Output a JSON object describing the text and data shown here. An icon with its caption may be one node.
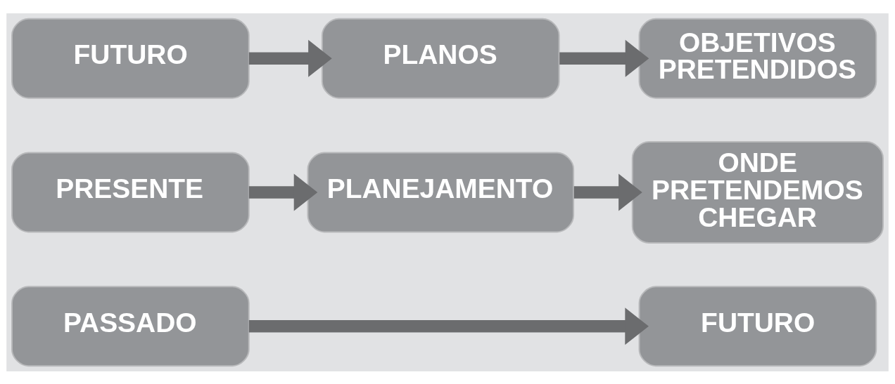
{
  "diagram": {
    "nodes": [
      {
        "text": [
          "PASSADO"
        ]
      },
      {
        "text": [
          "FUTURO"
        ]
      },
      {
        "text": [
          "PRESENTE"
        ]
      },
      {
        "text": [
          "PLANEJAMENTO"
        ]
      },
      {
        "text": [
          "ONDE PRETENDEMOS CHEGAR"
        ]
      },
      {
        "text": [
          "FUTURO"
        ]
      },
      {
        "text": [
          "PLANOS"
        ]
      },
      {
        "text": [
          "OBJETIVOS PRETENDIDOS"
        ]
      }
    ],
    "edges": [
      {
        "from": 0,
        "to": 1,
        "arrow": "to"
      },
      {
        "from": 2,
        "to": 3,
        "arrow": "to"
      },
      {
        "from": 3,
        "to": 4,
        "arrow": "to"
      },
      {
        "from": 5,
        "to": 6,
        "arrow": "to"
      },
      {
        "from": 6,
        "to": 7,
        "arrow": "to"
      }
    ]
  }
}
